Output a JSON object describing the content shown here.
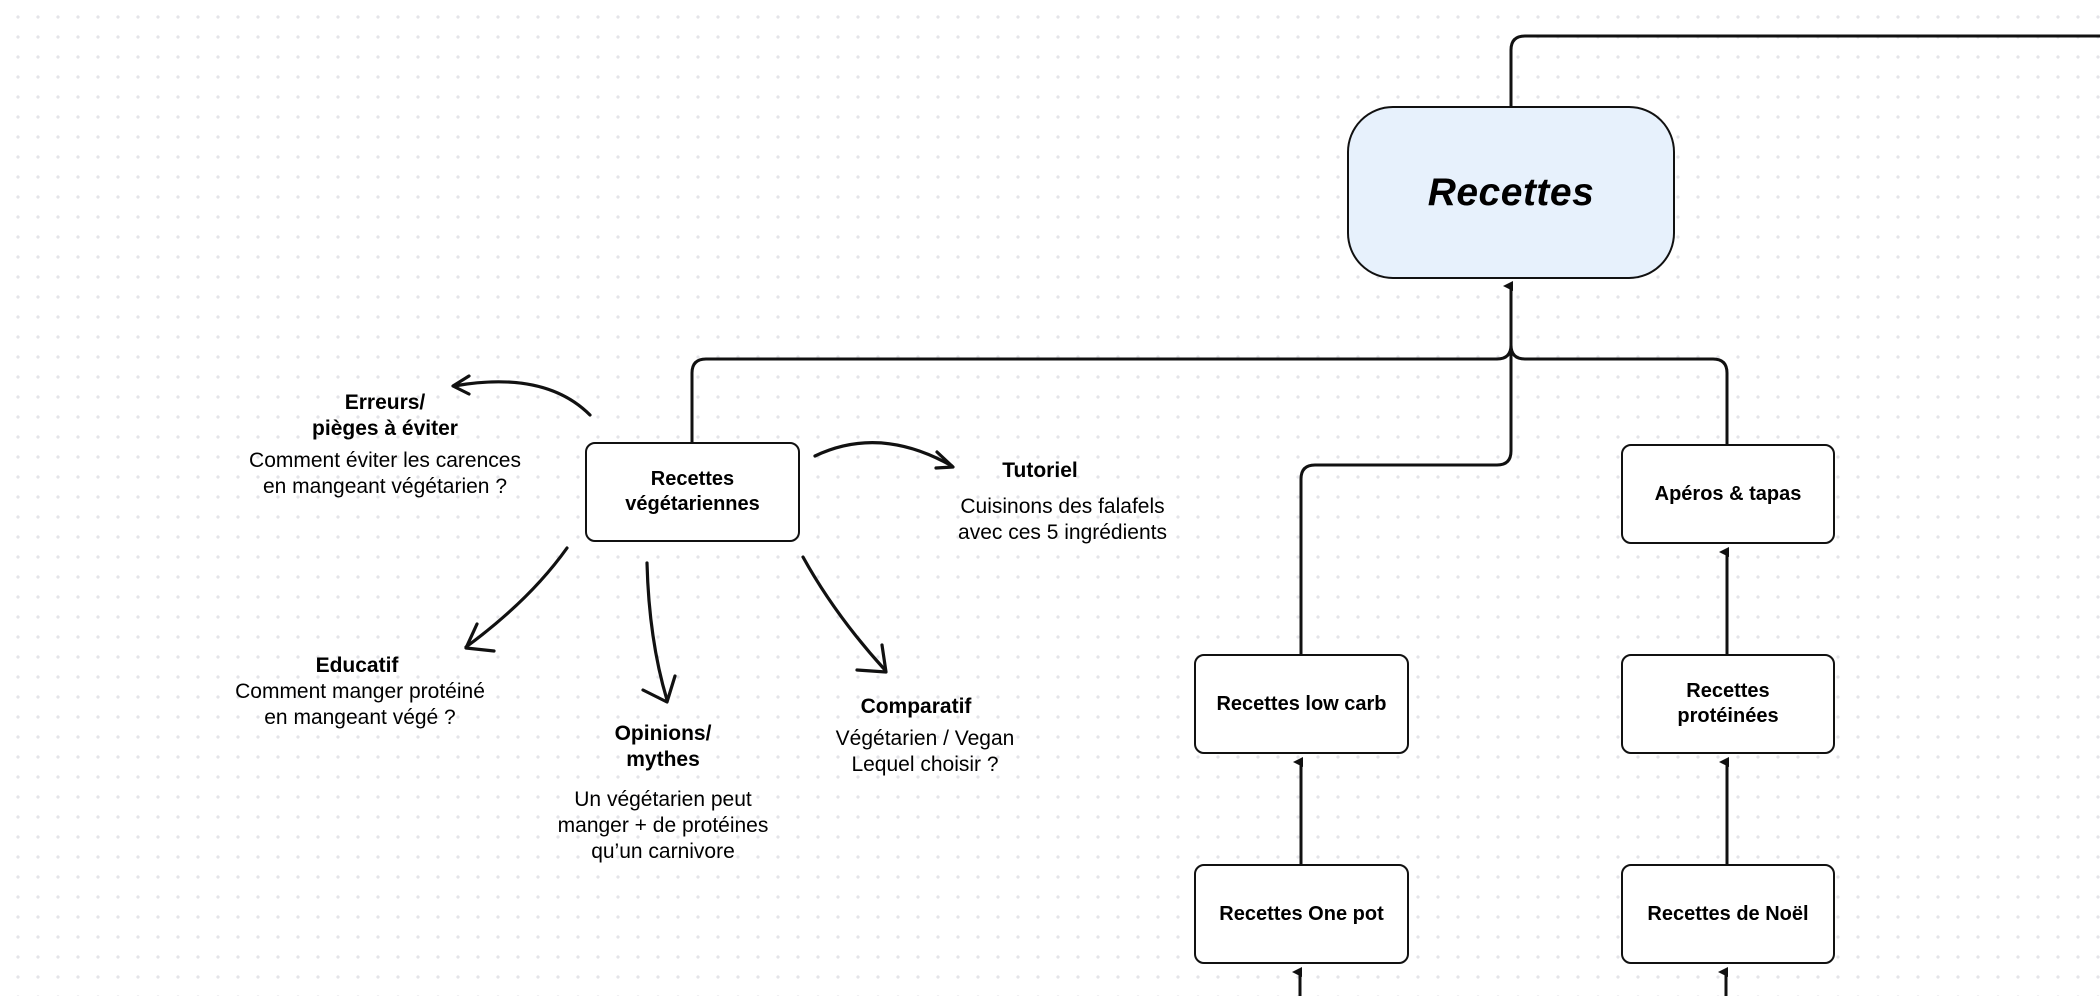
{
  "diagram": {
    "title": "Recettes",
    "colors": {
      "root_fill": "#e7f1fc",
      "stroke": "#111111",
      "node_fill": "#ffffff",
      "grid_dot": "#e4e4e8"
    },
    "nodes": {
      "root": "Recettes",
      "vegetariennes": "Recettes\nvégétariennes",
      "aperos": "Apéros & tapas",
      "low_carb": "Recettes low carb",
      "proteinees": "Recettes\nprotéinées",
      "one_pot": "Recettes One pot",
      "noel": "Recettes de Noël"
    },
    "notes": {
      "erreurs": {
        "title": "Erreurs/\npièges à éviter",
        "body": "Comment éviter les carences\nen mangeant végétarien ?"
      },
      "tutoriel": {
        "title": "Tutoriel",
        "body": "Cuisinons des falafels\navec ces 5 ingrédients"
      },
      "educatif": {
        "title": "Educatif",
        "body": "Comment manger protéiné\nen mangeant végé ?"
      },
      "opinions": {
        "title": "Opinions/\nmythes",
        "body": "Un végétarien peut\nmanger + de protéines\nqu’un carnivore"
      },
      "comparatif": {
        "title": "Comparatif",
        "body": "Végétarien / Vegan\nLequel choisir ?"
      }
    },
    "edges": [
      {
        "from": "vegetariennes",
        "to": "root"
      },
      {
        "from": "low_carb",
        "to": "root"
      },
      {
        "from": "aperos",
        "to": "root"
      },
      {
        "from": "root",
        "to": "offscreen-right"
      },
      {
        "from": "proteinees",
        "to": "aperos"
      },
      {
        "from": "one_pot",
        "to": "low_carb"
      },
      {
        "from": "noel",
        "to": "proteinees"
      },
      {
        "from": "offscreen-bottom",
        "to": "one_pot"
      },
      {
        "from": "offscreen-bottom",
        "to": "noel"
      },
      {
        "from": "vegetariennes",
        "to": "erreurs"
      },
      {
        "from": "vegetariennes",
        "to": "tutoriel"
      },
      {
        "from": "vegetariennes",
        "to": "educatif"
      },
      {
        "from": "vegetariennes",
        "to": "opinions"
      },
      {
        "from": "vegetariennes",
        "to": "comparatif"
      }
    ]
  }
}
